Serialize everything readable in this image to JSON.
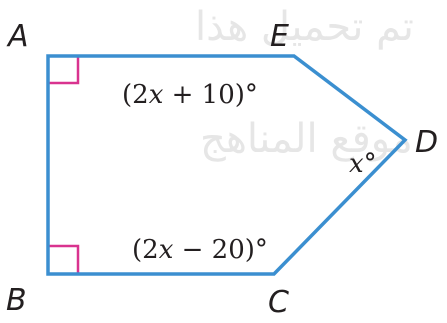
{
  "diagram": {
    "vertices": {
      "A": "A",
      "B": "B",
      "C": "C",
      "D": "D",
      "E": "E"
    },
    "angles": {
      "E": {
        "open": "(2",
        "var": "x",
        "rest": " + 10)°"
      },
      "C": {
        "open": "(2",
        "var": "x",
        "rest": " − 20)°"
      },
      "D": {
        "var": "x",
        "rest": "°"
      }
    },
    "right_angles": [
      "A",
      "B"
    ],
    "colors": {
      "edge": "#3b8fd0",
      "right_angle_marker": "#d9338f",
      "text": "#231f20"
    }
  },
  "watermark": {
    "line1": "تم تحميل هذا",
    "line2": "موقع المناهج"
  }
}
